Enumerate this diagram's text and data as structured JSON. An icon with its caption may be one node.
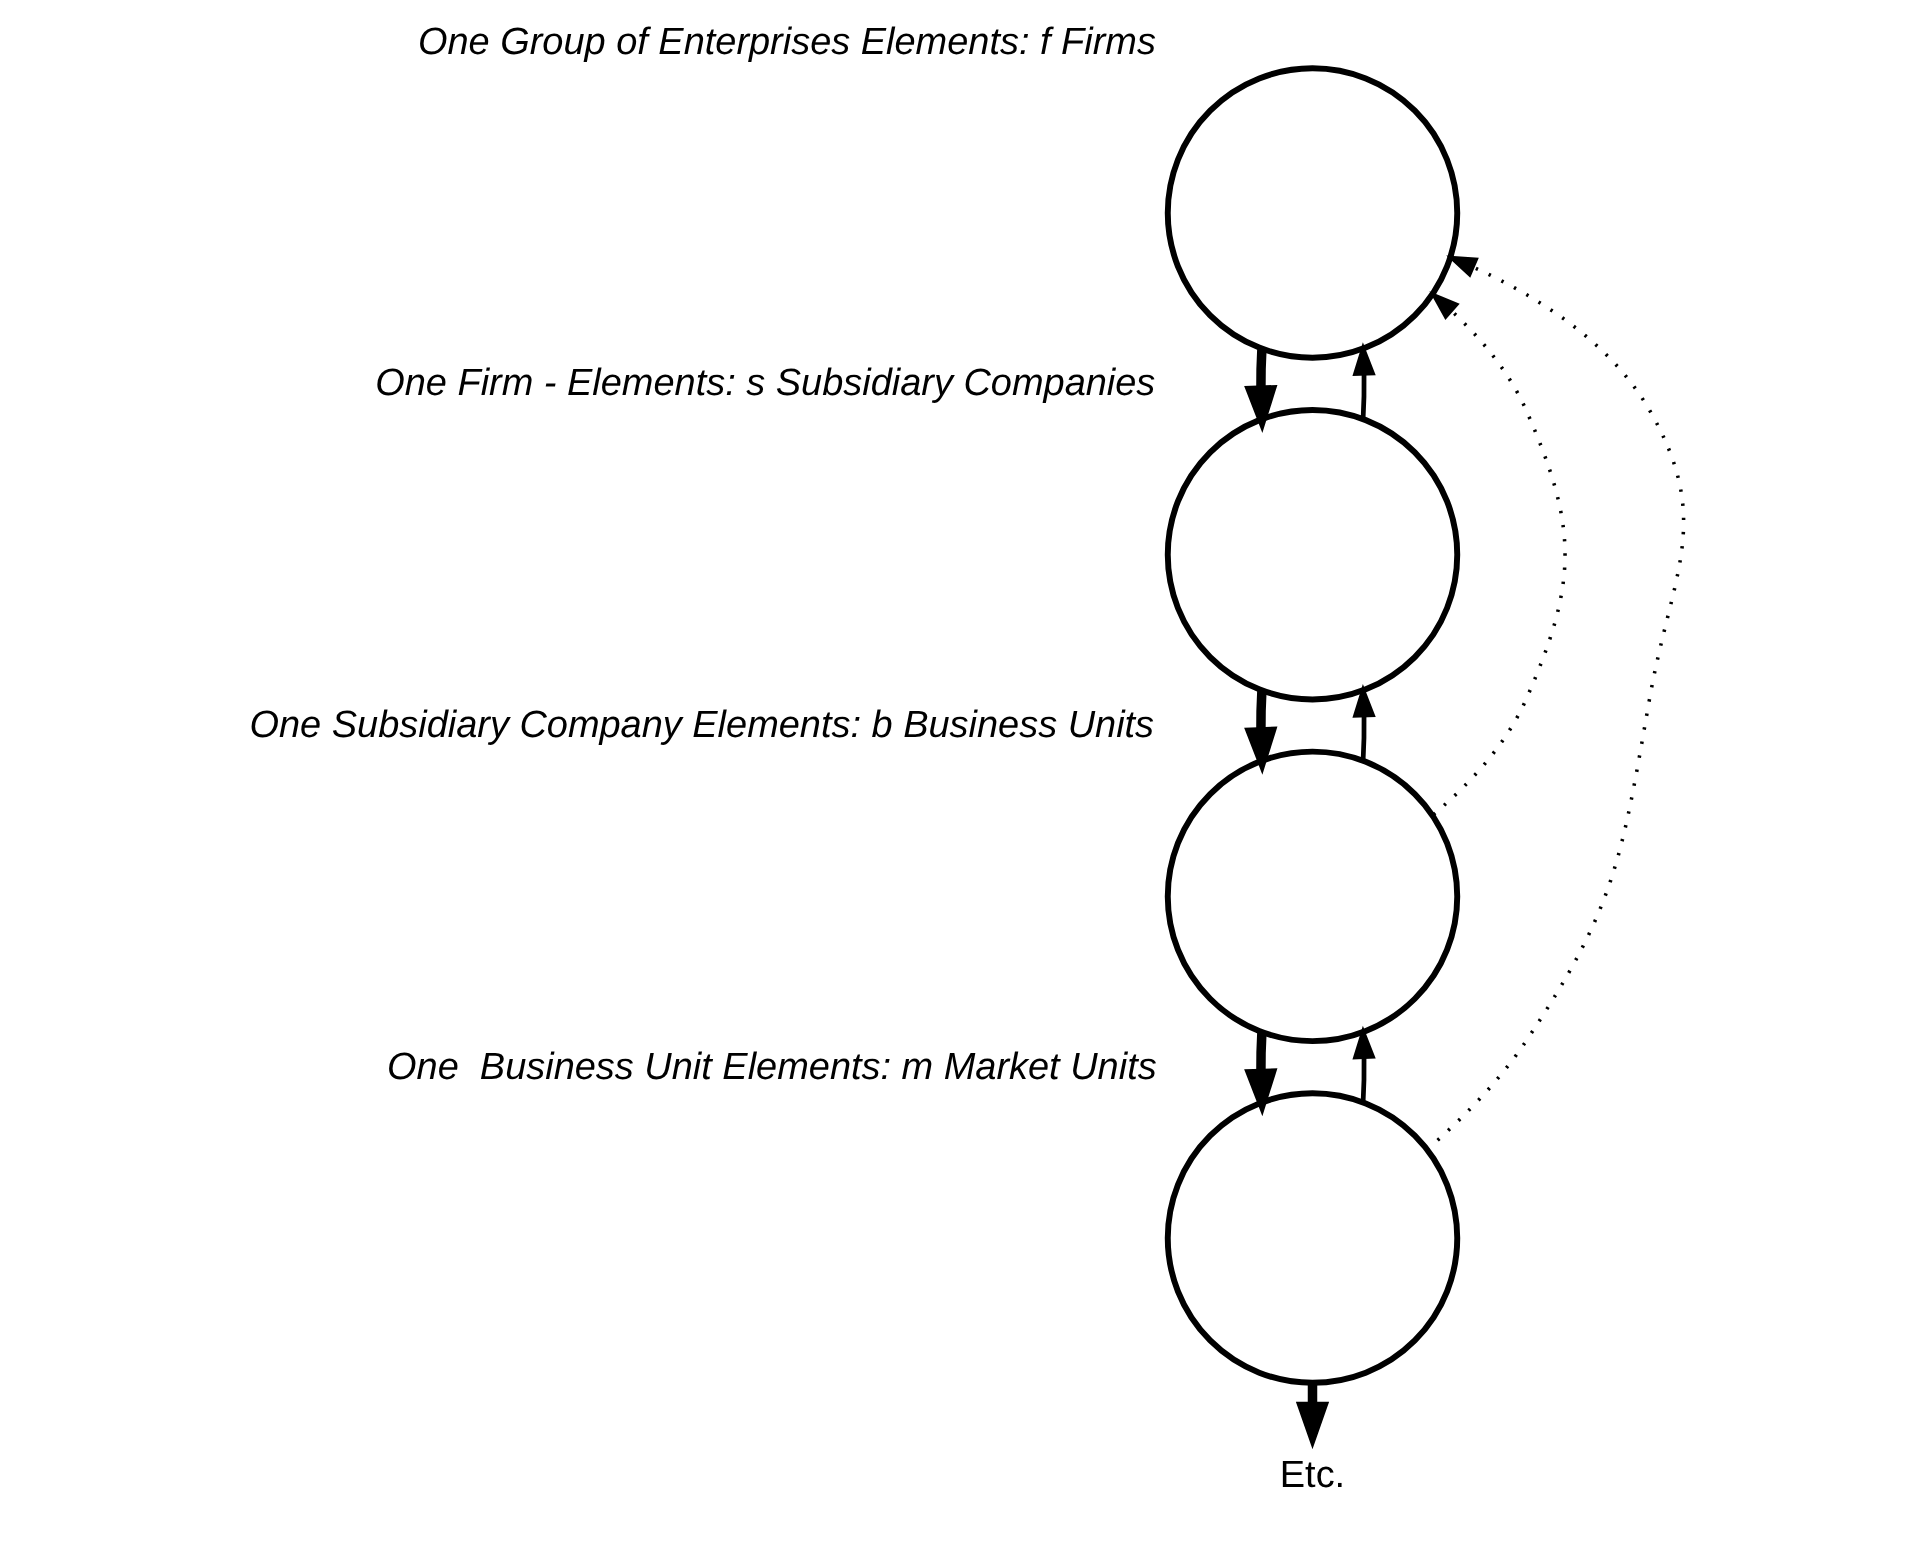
{
  "diagram": {
    "nodes": [
      {
        "text": [],
        "shape": "circle",
        "beside": [
          "One Group of Enterprises Elements: f Firms"
        ]
      },
      {
        "text": [],
        "shape": "circle",
        "beside": [
          "One Firm - Elements: s Subsidiary Companies"
        ]
      },
      {
        "text": [],
        "shape": "circle",
        "beside": [
          "One Subsidiary Company Elements: b Business Units"
        ]
      },
      {
        "text": [],
        "shape": "circle",
        "beside": [
          "One  Business Unit Elements: m Market Units"
        ]
      },
      {
        "text": [
          "Etc."
        ]
      }
    ],
    "edges": [
      {
        "from": 0,
        "to": 1,
        "arrow": "to",
        "style": "thick"
      },
      {
        "from": 1,
        "to": 2,
        "arrow": "to",
        "style": "thick"
      },
      {
        "from": 2,
        "to": 3,
        "arrow": "to",
        "style": "thick"
      },
      {
        "from": 3,
        "to": 4,
        "arrow": "to",
        "style": "thick"
      },
      {
        "from": 1,
        "to": 0,
        "arrow": "to"
      },
      {
        "from": 2,
        "to": 1,
        "arrow": "to"
      },
      {
        "from": 3,
        "to": 2,
        "arrow": "to"
      },
      {
        "from": 2,
        "to": 0,
        "arrow": "to",
        "style": "dashed"
      },
      {
        "from": 3,
        "to": 0,
        "arrow": "to",
        "style": "dashed"
      }
    ]
  }
}
